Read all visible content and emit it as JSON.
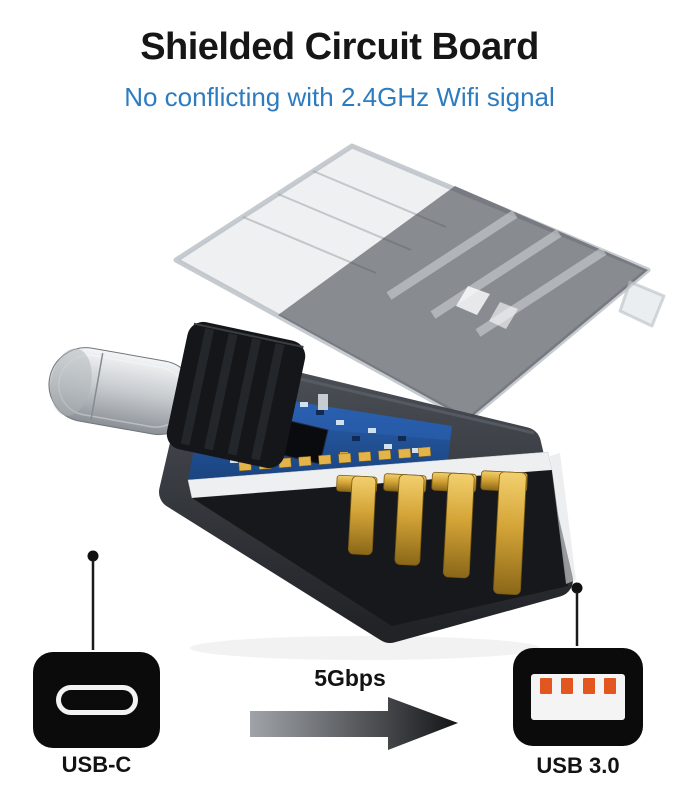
{
  "header": {
    "title": "Shielded Circuit Board",
    "subtitle": "No conflicting with 2.4GHz Wifi signal"
  },
  "diagram": {
    "speed_label": "5Gbps",
    "usb_c_label": "USB-C",
    "usb_3_label": "USB 3.0"
  },
  "icons": {
    "usb_c_port": "oval-outline-port",
    "usb_a_port": "socket-with-4-pins",
    "arrow_right": "solid-right-arrow",
    "callout": "dot-with-vertical-line"
  },
  "colors": {
    "subtitle_blue": "#2d7bc0",
    "port_black": "#0b0b0b",
    "pin_orange": "#e2571f",
    "pcb_blue": "#1f4f96",
    "gold": "#d4a437",
    "arrow_light": "#a0a4a9",
    "arrow_dark": "#141517"
  }
}
